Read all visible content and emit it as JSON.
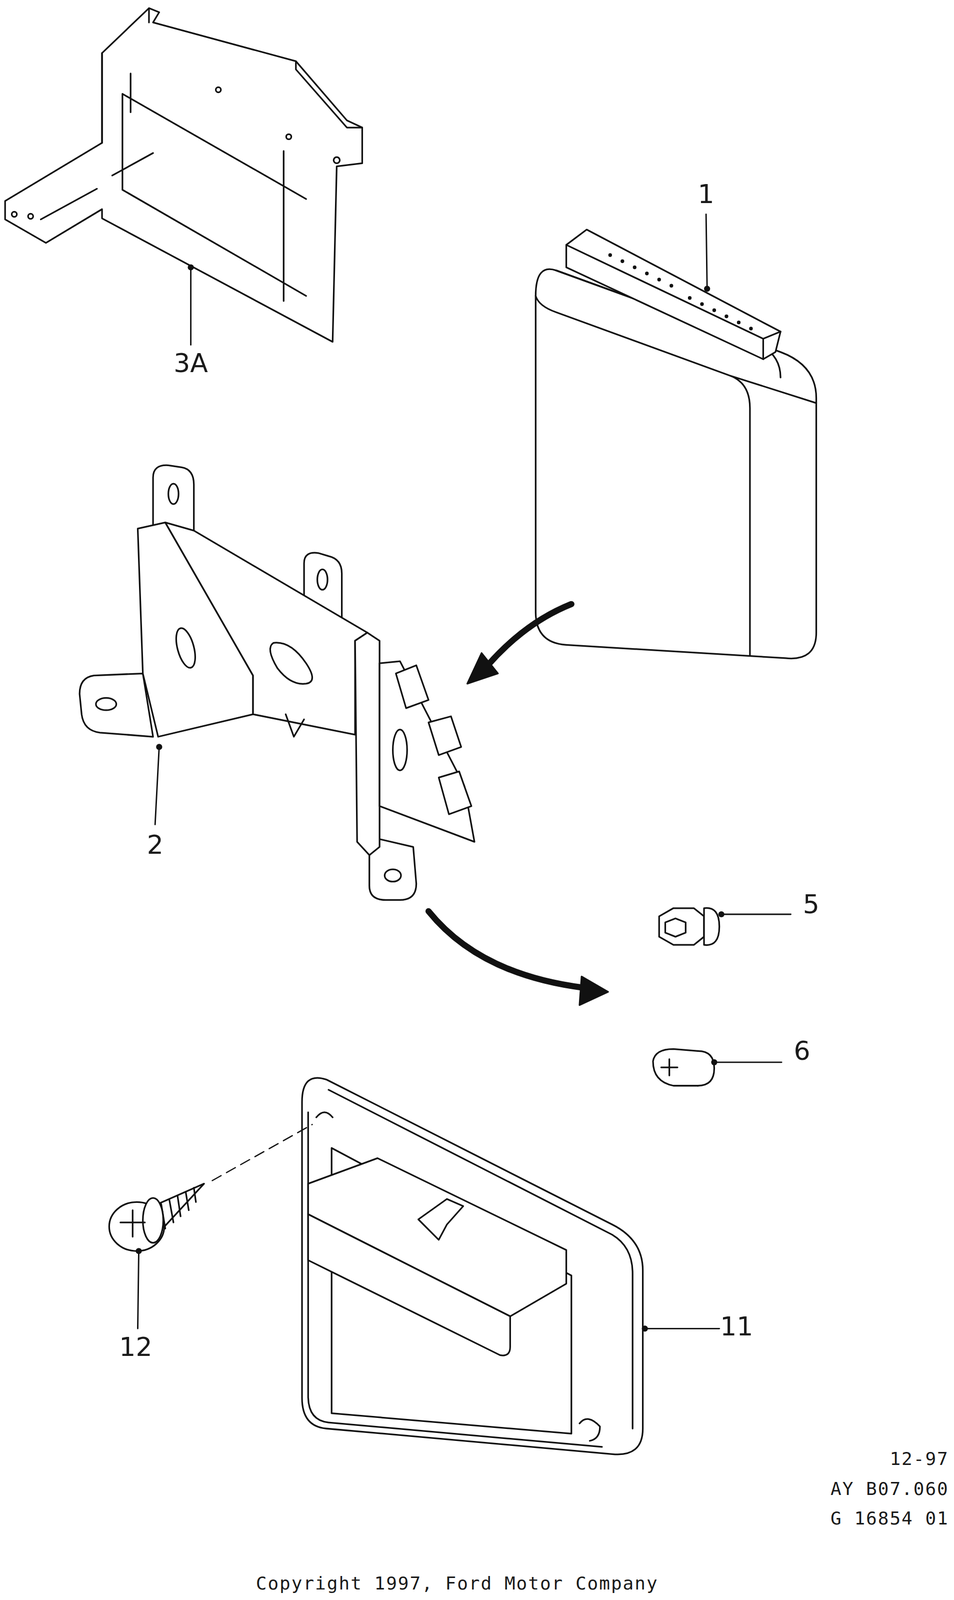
{
  "diagram": {
    "labels": [
      "1",
      "3A",
      "2",
      "5",
      "6",
      "11",
      "12",
      "12-97",
      "AY B07.060",
      "G 16854 01",
      "Copyright 1997, Ford Motor Company"
    ]
  }
}
